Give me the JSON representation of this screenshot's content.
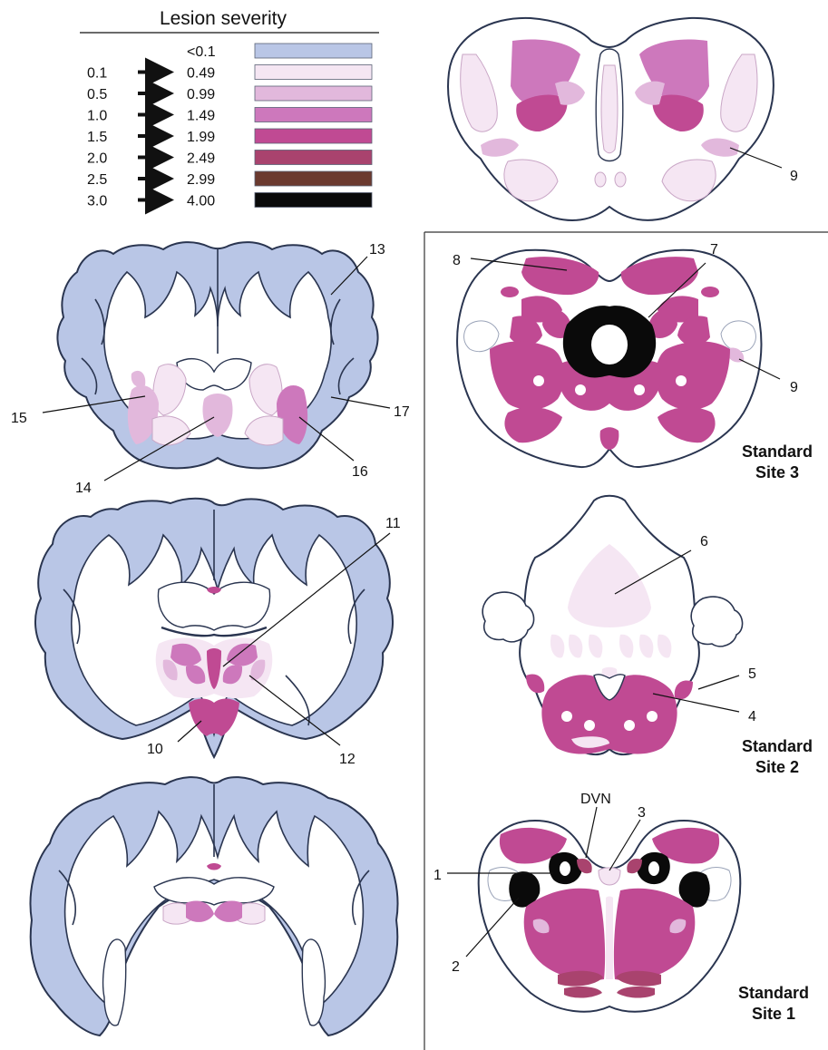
{
  "legend": {
    "title": "Lesion severity",
    "rows": [
      {
        "from": "",
        "to": "<0.1",
        "color": "#b9c6e6"
      },
      {
        "from": "0.1",
        "to": "0.49",
        "color": "#f5e6f3"
      },
      {
        "from": "0.5",
        "to": "0.99",
        "color": "#e2b8dc"
      },
      {
        "from": "1.0",
        "to": "1.49",
        "color": "#cd78bc"
      },
      {
        "from": "1.5",
        "to": "1.99",
        "color": "#c04a93"
      },
      {
        "from": "2.0",
        "to": "2.49",
        "color": "#a9436e"
      },
      {
        "from": "2.5",
        "to": "2.99",
        "color": "#6b3a2f"
      },
      {
        "from": "3.0",
        "to": "4.00",
        "color": "#0a0a0a"
      }
    ]
  },
  "palette": {
    "cortex": "#b9c6e6",
    "sev1": "#f5e6f3",
    "sev2": "#e2b8dc",
    "sev3": "#cd78bc",
    "sev4": "#c04a93",
    "sev5": "#a9436e",
    "sev7": "#0a0a0a",
    "outline": "#2a3550",
    "white": "#ffffff"
  },
  "labels": {
    "n1": "1",
    "n2": "2",
    "n3": "3",
    "n4": "4",
    "n5": "5",
    "n6": "6",
    "n7": "7",
    "n8": "8",
    "n9a": "9",
    "n9b": "9",
    "n10": "10",
    "n11": "11",
    "n12": "12",
    "n13": "13",
    "n14": "14",
    "n15": "15",
    "n16": "16",
    "n17": "17",
    "dvn": "DVN"
  },
  "sites": {
    "site3_line1": "Standard",
    "site3_line2": "Site 3",
    "site2_line1": "Standard",
    "site2_line2": "Site 2",
    "site1_line1": "Standard",
    "site1_line2": "Site 1"
  }
}
